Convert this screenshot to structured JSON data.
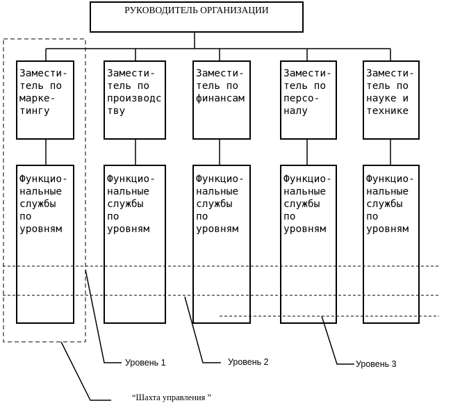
{
  "head": {
    "title": "РУКОВОДИТЕЛЬ ОРГАНИЗАЦИИ"
  },
  "deputies": [
    {
      "lines": [
        "Замести-",
        "тель по",
        "марке-",
        "тингу"
      ]
    },
    {
      "lines": [
        "Замести-",
        "тель по",
        "производс",
        "тву"
      ]
    },
    {
      "lines": [
        "Замести-",
        "тель по",
        "финансам"
      ]
    },
    {
      "lines": [
        "Замести-",
        "тель по",
        "персо-",
        "налу"
      ]
    },
    {
      "lines": [
        "Замести-",
        "тель по",
        "науке и",
        "технике"
      ]
    }
  ],
  "services": [
    {
      "lines": [
        "Функцио-",
        "нальные",
        "службы",
        "по",
        "уровням"
      ]
    },
    {
      "lines": [
        "Функцио-",
        "нальные",
        "службы",
        "по",
        "уровням"
      ]
    },
    {
      "lines": [
        "Функцио-",
        "нальные",
        "службы",
        "по",
        "уровням"
      ]
    },
    {
      "lines": [
        "Функцио-",
        "нальные",
        "службы",
        "по",
        "уровням"
      ]
    },
    {
      "lines": [
        "Функцио-",
        "нальные",
        "службы",
        "по",
        "уровням"
      ]
    }
  ],
  "levels": {
    "level1": "Уровень 1",
    "level2": "Уровень 2",
    "level3": "Уровень 3"
  },
  "shaft_label": "“Шахта управления ”"
}
